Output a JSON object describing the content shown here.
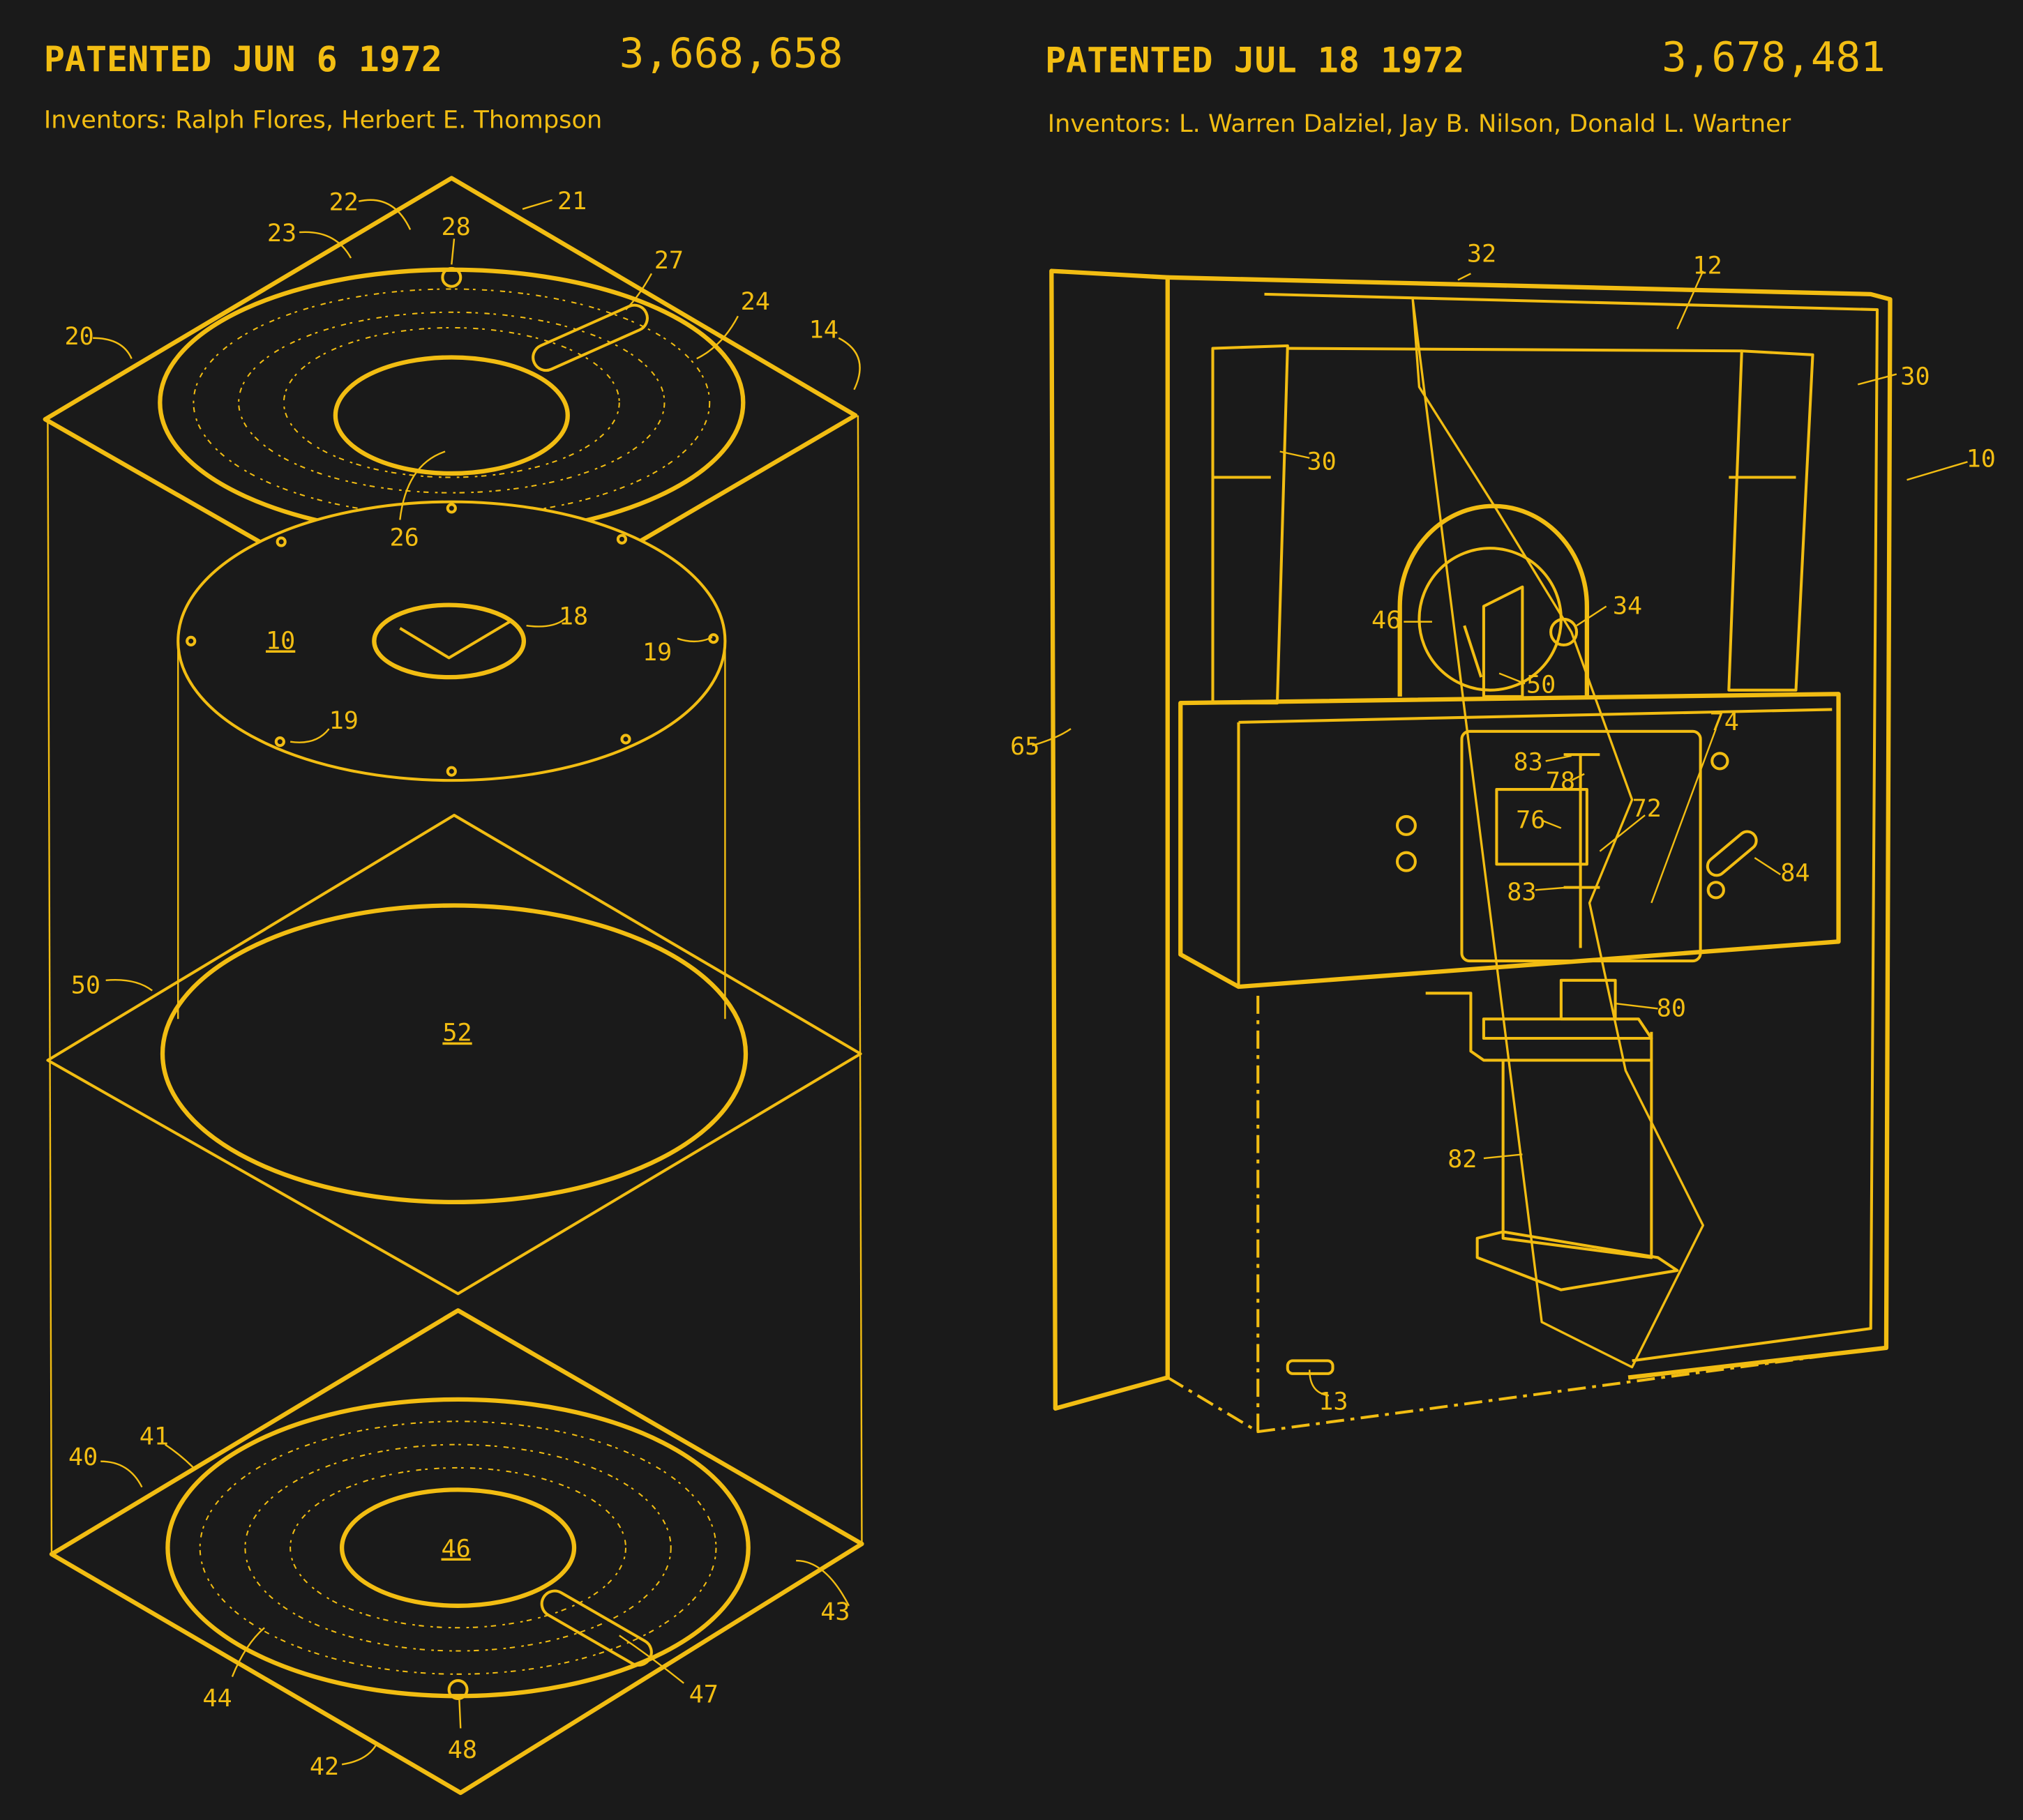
{
  "colors": {
    "background": "#1a1a1a",
    "ink": "#f2bd12"
  },
  "left_patent": {
    "patented_stamp": "PATENTED JUN  6 1972",
    "number": "3,668,658",
    "inventors": "Inventors: Ralph Flores, Herbert E. Thompson",
    "labels": [
      "22",
      "21",
      "23",
      "28",
      "27",
      "24",
      "20",
      "14",
      "26",
      "10",
      "18",
      "19",
      "19",
      "50",
      "52",
      "40",
      "41",
      "46",
      "43",
      "44",
      "47",
      "48",
      "42"
    ]
  },
  "right_patent": {
    "patented_stamp": "PATENTED JUL 18 1972",
    "number": "3,678,481",
    "inventors": "Inventors: L. Warren Dalziel, Jay B. Nilson, Donald L. Wartner",
    "labels": [
      "32",
      "12",
      "30",
      "30",
      "10",
      "46",
      "34",
      "50",
      "65",
      "83",
      "78",
      "74",
      "76",
      "72",
      "83",
      "84",
      "80",
      "82",
      "13"
    ]
  }
}
